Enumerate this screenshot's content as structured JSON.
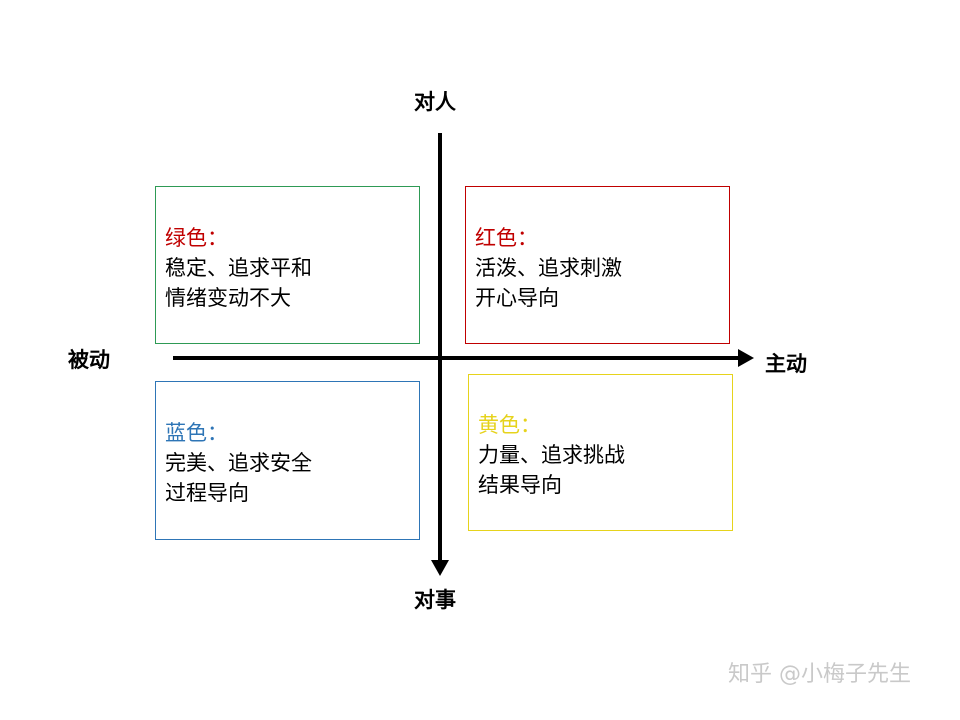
{
  "axes": {
    "top": "对人",
    "bottom": "对事",
    "left": "被动",
    "right": "主动"
  },
  "quadrants": {
    "green": {
      "title": "绿色：",
      "line1": "稳定、追求平和",
      "line2": "情绪变动不大",
      "border_color": "#2e9a55",
      "title_color": "#c00000"
    },
    "red": {
      "title": "红色：",
      "line1": "活泼、追求刺激",
      "line2": "开心导向",
      "border_color": "#c00000",
      "title_color": "#c00000"
    },
    "blue": {
      "title": "蓝色：",
      "line1": "完美、追求安全",
      "line2": "过程导向",
      "border_color": "#2e75b6",
      "title_color": "#2e75b6"
    },
    "yellow": {
      "title": "黄色：",
      "line1": "力量、追求挑战",
      "line2": "结果导向",
      "border_color": "#e6d31c",
      "title_color": "#e6d31c"
    }
  },
  "watermark": "知乎 @小梅子先生"
}
